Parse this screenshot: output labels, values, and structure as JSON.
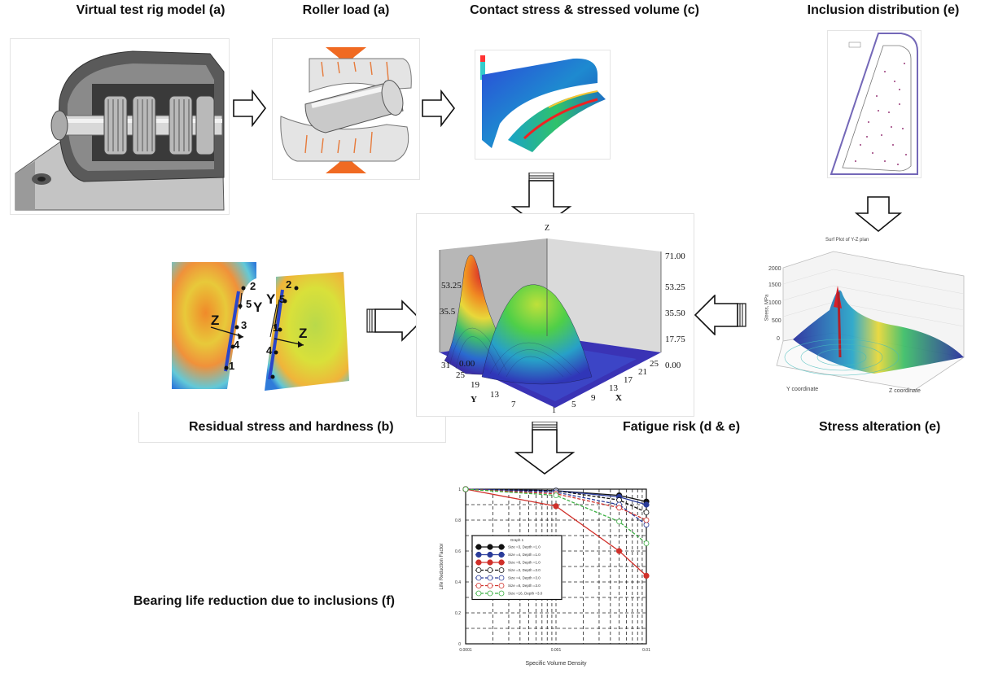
{
  "titles": {
    "rig": "Virtual test rig model (a)",
    "roller": "Roller load (a)",
    "contact": "Contact stress & stressed volume (c)",
    "inclusion": "Inclusion distribution (e)",
    "residual": "Residual stress and hardness (b)",
    "fatigue": "Fatigue risk (d & e)",
    "alteration": "Stress alteration (e)",
    "life": "Bearing life reduction due to inclusions (f)"
  },
  "residual_panel": {
    "points_left": [
      "2",
      "5",
      "3",
      "4",
      "1"
    ],
    "points_right": [
      "2",
      "5",
      "1",
      "4"
    ],
    "axis_y": "Y",
    "axis_z": "Z"
  },
  "surface_plot": {
    "z_axis": "Z",
    "z_ticks_left": [
      "53.25",
      "35.5"
    ],
    "z_ticks_right": [
      "71.00",
      "53.25",
      "35.50",
      "17.75",
      "0.00"
    ],
    "y_ticks": [
      "31",
      "25",
      "19",
      "13",
      "7"
    ],
    "y_label": "Y",
    "x_ticks": [
      "1",
      "5",
      "9",
      "13",
      "17",
      "21",
      "25"
    ],
    "x_label": "X",
    "origin_value": "0.00",
    "top_value": "71.00"
  },
  "stress_plot": {
    "title": "Surf Plot of Y-Z plan",
    "zlabel": "Stress, MPa",
    "ylabel": "Y coordinate",
    "xlabel": "Z coordinate",
    "z_ticks": [
      "2000",
      "1500",
      "1000",
      "500",
      "0"
    ]
  },
  "chart_data": {
    "type": "line",
    "title": "",
    "xlabel": "Specific Volume Density",
    "ylabel": "Life Reduction Factor",
    "x_scale": "log",
    "xlim": [
      0.0001,
      0.01
    ],
    "ylim": [
      0,
      1
    ],
    "x_tick_labels": [
      "0.0001",
      "0.001",
      "0.01"
    ],
    "y_tick_labels": [
      "0",
      "0.2",
      "0.4",
      "0.6",
      "0.8",
      "1"
    ],
    "legend_title": "Graph 1",
    "legend_position": "left",
    "x": [
      0.0001,
      0.001,
      0.005,
      0.01
    ],
    "series": [
      {
        "name": "Size =3, Depth =1.0",
        "color": "#111111",
        "style": "solid",
        "values": [
          1.0,
          0.99,
          0.96,
          0.92
        ]
      },
      {
        "name": "Size =4, Depth =1.0",
        "color": "#2a3c9a",
        "style": "solid",
        "values": [
          1.0,
          0.99,
          0.95,
          0.9
        ]
      },
      {
        "name": "Size =8, Depth =1.0",
        "color": "#d0302a",
        "style": "solid",
        "values": [
          1.0,
          0.89,
          0.6,
          0.44
        ]
      },
      {
        "name": "Size =3, Depth =3.0",
        "color": "#111111",
        "style": "dashed",
        "values": [
          1.0,
          0.99,
          0.93,
          0.85
        ]
      },
      {
        "name": "Size =4, Depth =3.0",
        "color": "#2a3c9a",
        "style": "dashed",
        "values": [
          1.0,
          0.98,
          0.9,
          0.77
        ]
      },
      {
        "name": "Size =8, Depth =3.0",
        "color": "#d0302a",
        "style": "dashed",
        "values": [
          1.0,
          0.97,
          0.88,
          0.8
        ]
      },
      {
        "name": "Size =16, Depth =3.0",
        "color": "#3cb043",
        "style": "dashed",
        "values": [
          1.0,
          0.96,
          0.79,
          0.65
        ]
      }
    ]
  }
}
